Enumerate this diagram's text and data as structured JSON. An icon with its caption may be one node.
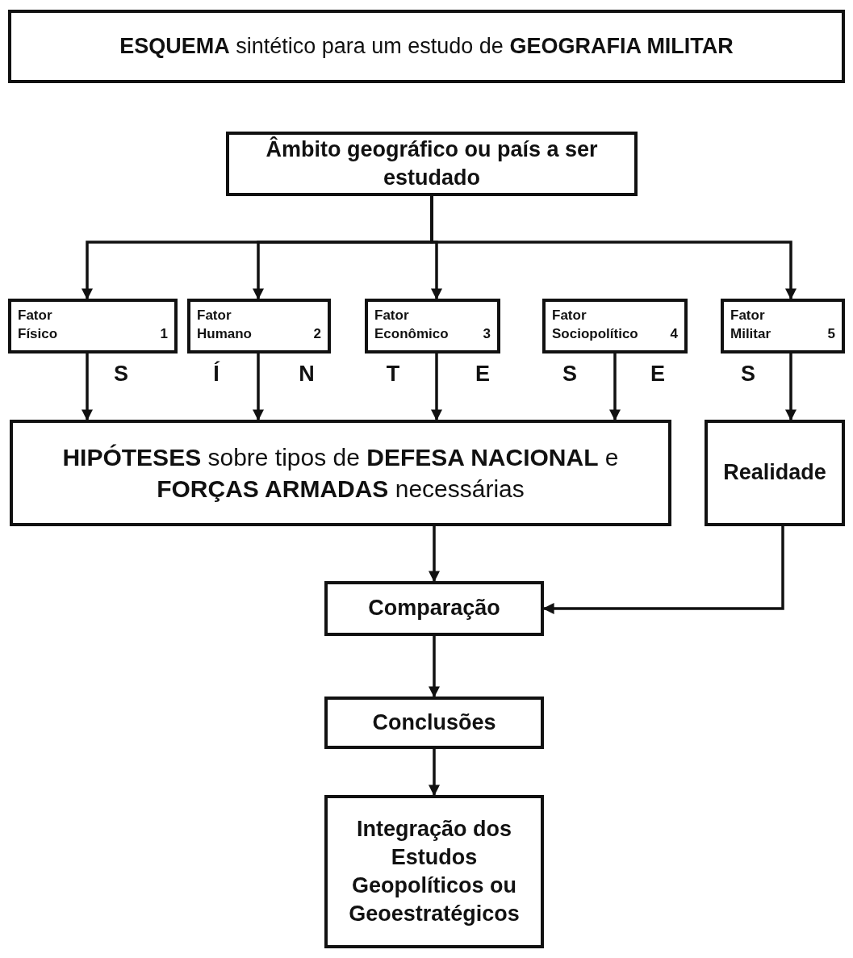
{
  "diagram": {
    "nodes": [
      {
        "text": [
          "**ESQUEMA** sintético para um estudo de **GEOGRAFIA MILITAR**"
        ]
      },
      {
        "text": [
          "Âmbito geográfico ou país a ser estudado"
        ]
      },
      {
        "text": [
          "Fator Físico",
          "1"
        ]
      },
      {
        "text": [
          "Fator Humano",
          "2"
        ]
      },
      {
        "text": [
          "Fator Econômico",
          "3"
        ]
      },
      {
        "text": [
          "Fator Sociopolítico",
          "4"
        ]
      },
      {
        "text": [
          "Fator Militar",
          "5"
        ]
      },
      {
        "text": [
          "**HIPÓTESES** sobre tipos de **DEFESA NACIONAL** e **FORÇAS ARMADAS** necessárias"
        ]
      },
      {
        "text": [
          "Realidade"
        ]
      },
      {
        "text": [
          "Comparação"
        ]
      },
      {
        "text": [
          "Conclusões"
        ]
      },
      {
        "text": [
          "Integração dos Estudos Geopolíticos ou Geoestratégicos"
        ]
      }
    ],
    "edges": [
      {
        "from": 1,
        "to": 2,
        "arrow": "to"
      },
      {
        "from": 1,
        "to": 3,
        "arrow": "to"
      },
      {
        "from": 1,
        "to": 4,
        "arrow": "to"
      },
      {
        "from": 1,
        "to": 6,
        "arrow": "to"
      },
      {
        "from": 2,
        "to": 7,
        "arrow": "to"
      },
      {
        "from": 3,
        "to": 7,
        "arrow": "to"
      },
      {
        "from": 4,
        "to": 7,
        "arrow": "to"
      },
      {
        "from": 5,
        "to": 7,
        "arrow": "to"
      },
      {
        "from": 6,
        "to": 8,
        "arrow": "to"
      },
      {
        "from": 7,
        "to": 9,
        "arrow": "to"
      },
      {
        "from": 8,
        "to": 9,
        "arrow": "to"
      },
      {
        "from": 9,
        "to": 10,
        "arrow": "to"
      },
      {
        "from": 10,
        "to": 11,
        "arrow": "to"
      }
    ],
    "labels": [
      "S",
      "Í",
      "N",
      "T",
      "E",
      "S",
      "E",
      "S"
    ]
  }
}
